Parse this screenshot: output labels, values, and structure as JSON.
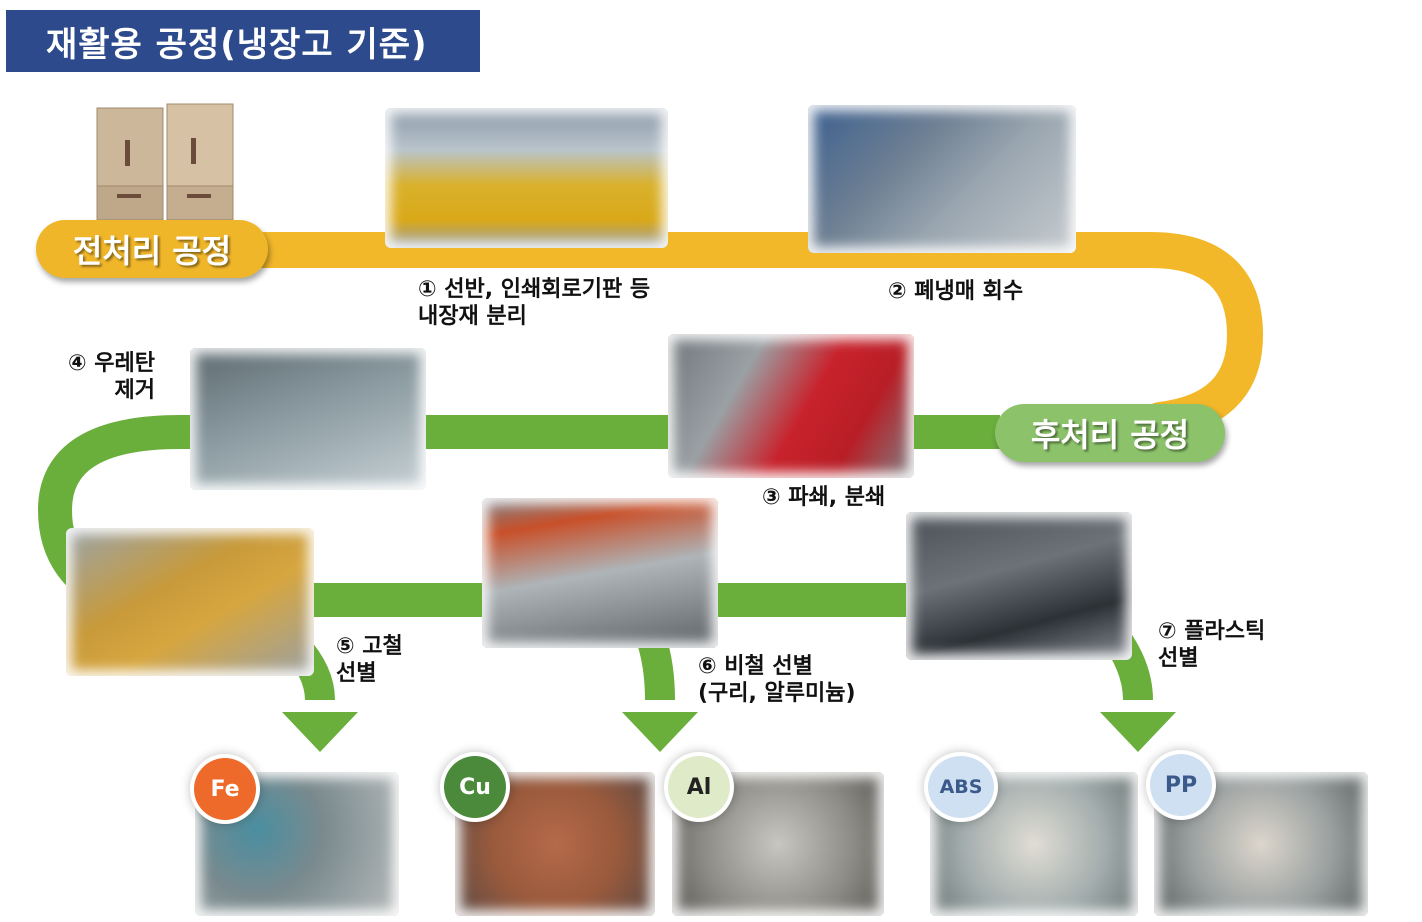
{
  "title": "재활용 공정(냉장고 기준)",
  "stages": {
    "pre": "전처리 공정",
    "post": "후처리 공정"
  },
  "steps": [
    {
      "id": "step1",
      "text": "① 선반, 인쇄회로기판 등\n내장재 분리"
    },
    {
      "id": "step2",
      "text": "② 폐냉매 회수"
    },
    {
      "id": "step3",
      "text": "③ 파쇄, 분쇄"
    },
    {
      "id": "step4",
      "text": "④ 우레탄\n제거"
    },
    {
      "id": "step5",
      "text": "⑤ 고철\n선별"
    },
    {
      "id": "step6",
      "text": "⑥ 비철 선별\n(구리, 알루미늄)"
    },
    {
      "id": "step7",
      "text": "⑦ 플라스틱\n선별"
    }
  ],
  "materials": [
    "Fe",
    "Cu",
    "Al",
    "ABS",
    "PP"
  ],
  "colors": {
    "title_bg": "#2d4a8c",
    "pre_stage": "#f0b62a",
    "post_stage": "#8cc36a",
    "flow_green": "#6aae3c",
    "flow_yellow": "#f2b82a"
  }
}
